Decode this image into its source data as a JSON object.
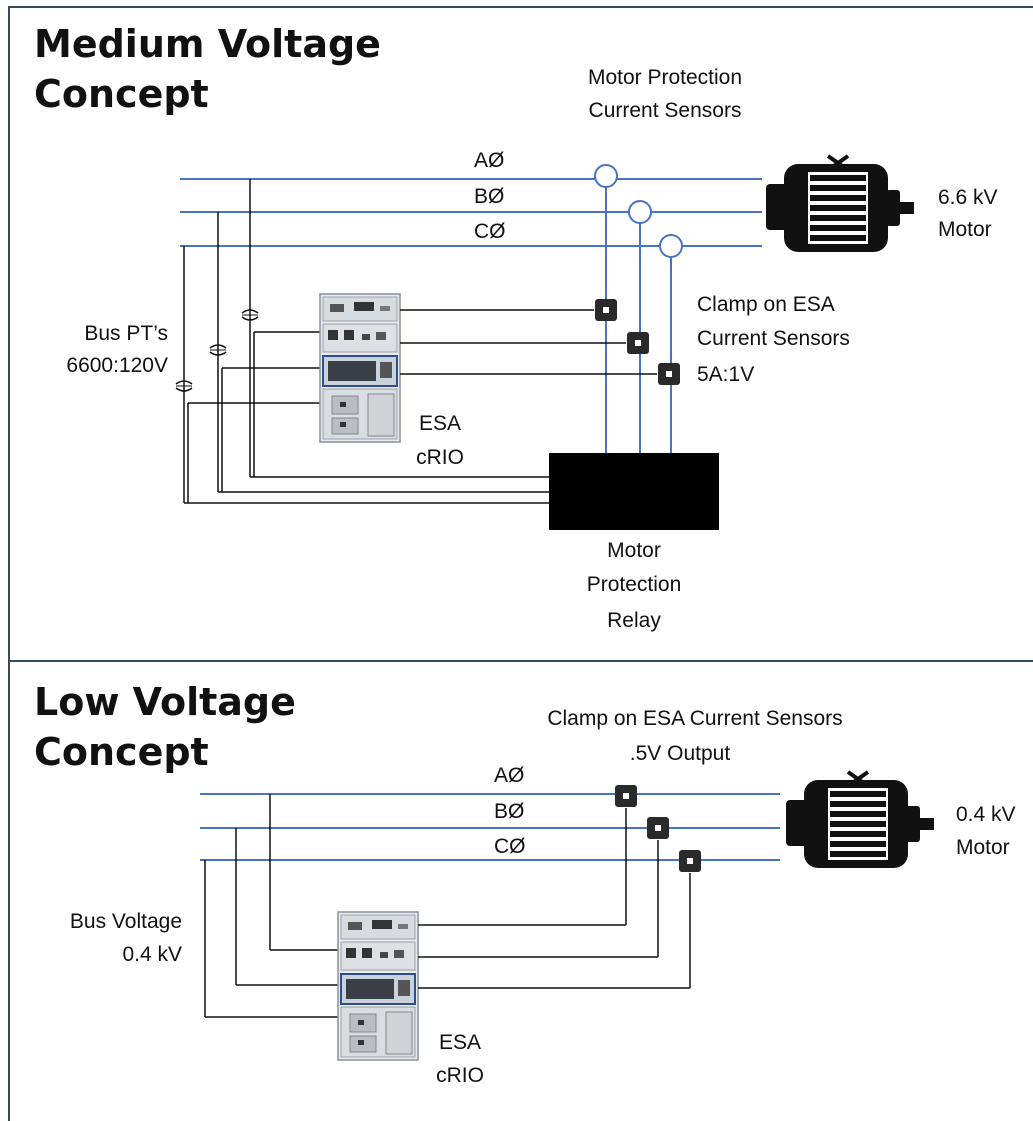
{
  "medium": {
    "title_line1": "Medium Voltage",
    "title_line2": "Concept",
    "phases": [
      "AØ",
      "BØ",
      "CØ"
    ],
    "mp_sensors_line1": "Motor Protection",
    "mp_sensors_line2": "Current Sensors",
    "motor_line1": "6.6 kV",
    "motor_line2": "Motor",
    "pt_line1": "Bus PT’s",
    "pt_line2": "6600:120V",
    "clamp_line1": "Clamp on ESA",
    "clamp_line2": "Current Sensors",
    "clamp_line3": "5A:1V",
    "esa_line1": "ESA",
    "esa_line2": "cRIO",
    "relay_line1": "Motor",
    "relay_line2": "Protection",
    "relay_line3": "Relay"
  },
  "low": {
    "title_line1": "Low Voltage",
    "title_line2": "Concept",
    "phases": [
      "AØ",
      "BØ",
      "CØ"
    ],
    "clamp_line1": "Clamp on ESA Current Sensors",
    "clamp_line2": ".5V Output",
    "motor_line1": "0.4 kV",
    "motor_line2": "Motor",
    "bus_line1": "Bus Voltage",
    "bus_line2": "0.4 kV",
    "esa_line1": "ESA",
    "esa_line2": "cRIO"
  },
  "colors": {
    "phase_line": "#4a72c4",
    "wire": "#111111",
    "relay": "#000000",
    "border": "#3a4a5a"
  }
}
